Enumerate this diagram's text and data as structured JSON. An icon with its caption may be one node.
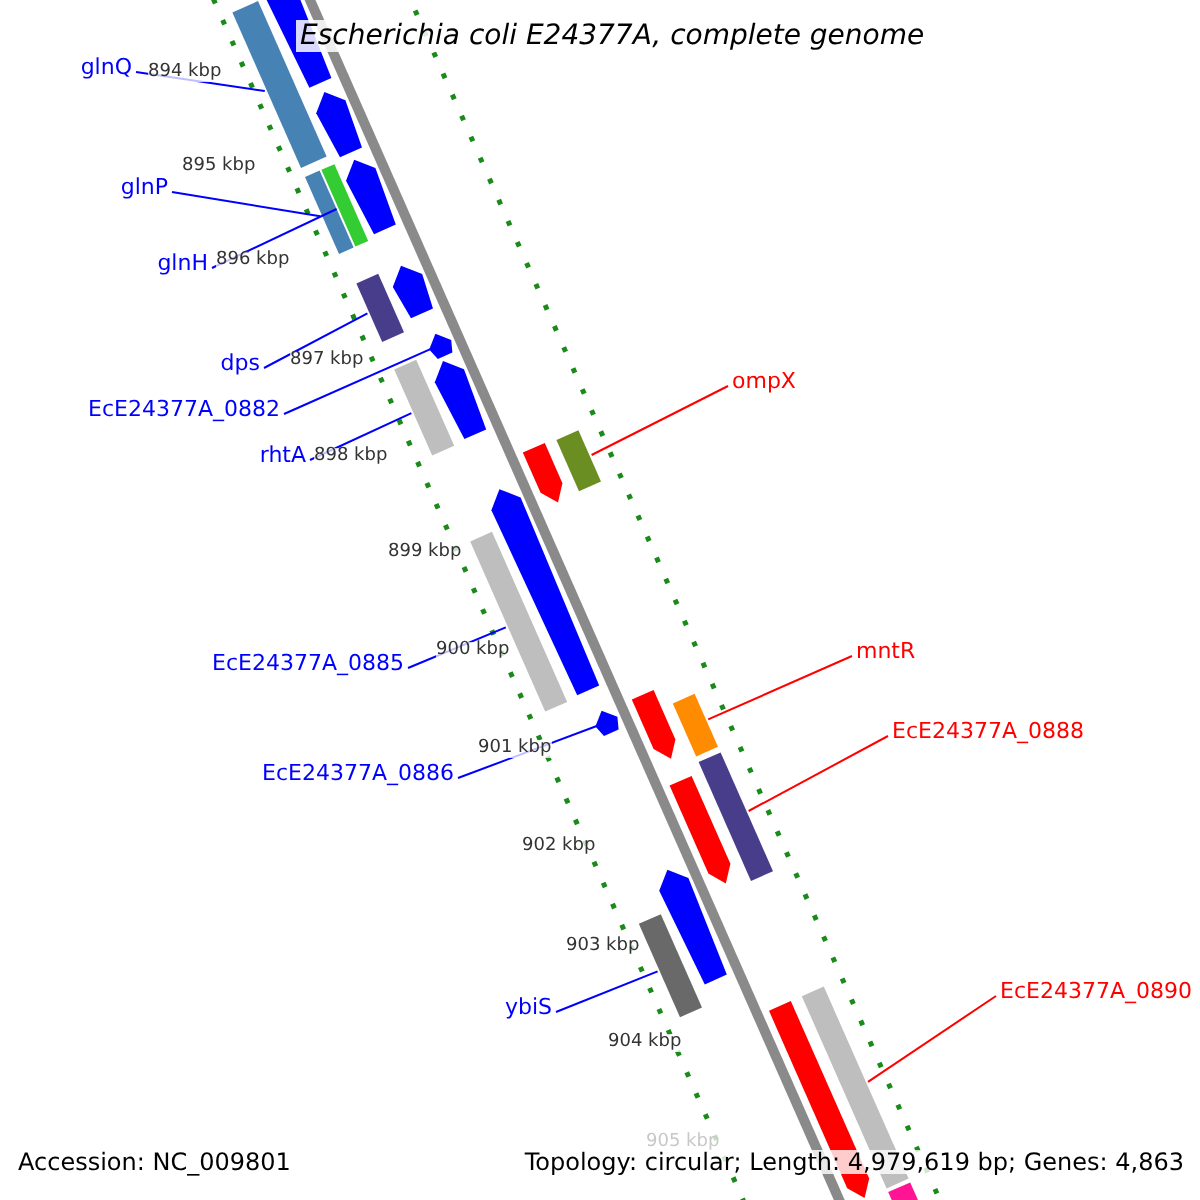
{
  "diagram": {
    "title": "Escherichia coli E24377A, complete genome",
    "nodes": [
      {
        "text": [
          "glnQ"
        ]
      },
      {
        "text": [
          "glnP"
        ]
      },
      {
        "text": [
          "glnH"
        ]
      },
      {
        "text": [
          "dps"
        ]
      },
      {
        "text": [
          "EcE24377A_0882"
        ]
      },
      {
        "text": [
          "rhtA"
        ]
      },
      {
        "text": [
          "ompX"
        ]
      },
      {
        "text": [
          "EcE24377A_0885"
        ]
      },
      {
        "text": [
          "mntR"
        ]
      },
      {
        "text": [
          "EcE24377A_0886"
        ]
      },
      {
        "text": [
          "EcE24377A_0888"
        ]
      },
      {
        "text": [
          "ybiS"
        ]
      },
      {
        "text": [
          "EcE24377A_0890"
        ]
      },
      {
        "text": [],
        "shape": "bar"
      },
      {
        "text": [],
        "shape": "bar"
      },
      {
        "text": [],
        "shape": "bar"
      },
      {
        "text": [],
        "shape": "bar"
      },
      {
        "text": [],
        "shape": "arrow"
      },
      {
        "text": [],
        "shape": "bar"
      },
      {
        "text": [],
        "shape": "bar"
      },
      {
        "text": [],
        "shape": "bar"
      },
      {
        "text": [],
        "shape": "arrow"
      },
      {
        "text": [],
        "shape": "bar"
      },
      {
        "text": [],
        "shape": "bar"
      },
      {
        "text": [],
        "shape": "bar"
      },
      {
        "text": [],
        "shape": "bar"
      },
      {
        "text": [],
        "shape": "arrow"
      },
      {
        "text": [],
        "shape": "arrow"
      },
      {
        "text": [],
        "shape": "arrow"
      },
      {
        "text": [],
        "shape": "arrow"
      },
      {
        "text": [],
        "shape": "arrow"
      },
      {
        "text": [],
        "shape": "arrow"
      },
      {
        "text": [],
        "shape": "arrow"
      },
      {
        "text": [],
        "shape": "arrow"
      },
      {
        "text": [],
        "shape": "arrow"
      },
      {
        "text": [],
        "shape": "arrow"
      },
      {
        "text": [],
        "shape": "arrow"
      },
      {
        "text": [],
        "shape": "bar"
      }
    ],
    "edges": [
      {
        "from": 0,
        "to": 13,
        "arrow": "none"
      },
      {
        "from": 1,
        "to": 14,
        "arrow": "none"
      },
      {
        "from": 2,
        "to": 15,
        "arrow": "none"
      },
      {
        "from": 3,
        "to": 16,
        "arrow": "none"
      },
      {
        "from": 4,
        "to": 17,
        "arrow": "none"
      },
      {
        "from": 5,
        "to": 18,
        "arrow": "none"
      },
      {
        "from": 6,
        "to": 19,
        "arrow": "none",
        "color": "#ff0000"
      },
      {
        "from": 7,
        "to": 20,
        "arrow": "none"
      },
      {
        "from": 8,
        "to": 22,
        "arrow": "none",
        "color": "#ff0000"
      },
      {
        "from": 9,
        "to": 21,
        "arrow": "none"
      },
      {
        "from": 10,
        "to": 23,
        "arrow": "none",
        "color": "#ff0000"
      },
      {
        "from": 11,
        "to": 24,
        "arrow": "none"
      },
      {
        "from": 12,
        "to": 25,
        "arrow": "none",
        "color": "#ff0000"
      }
    ],
    "labels": [
      "894 kbp",
      "895 kbp",
      "896 kbp",
      "897 kbp",
      "898 kbp",
      "899 kbp",
      "900 kbp",
      "901 kbp",
      "902 kbp",
      "903 kbp",
      "904 kbp",
      "905 kbp",
      "Accession: NC_009801",
      "Topology: circular; Length: 4,979,619 bp; Genes: 4,863"
    ]
  }
}
